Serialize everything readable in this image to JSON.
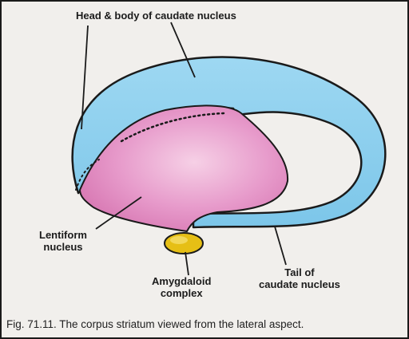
{
  "labels": {
    "head_body": "Head & body of caudate nucleus",
    "lentiform_line1": "Lentiform",
    "lentiform_line2": "nucleus",
    "amygdaloid_line1": "Amygdaloid",
    "amygdaloid_line2": "complex",
    "tail_line1": "Tail of",
    "tail_line2": "caudate nucleus"
  },
  "caption": "Fig. 71.11. The corpus striatum viewed from the lateral aspect.",
  "colors": {
    "caudate": "#8fd0ee",
    "lentiform": "#e593c6",
    "amygdaloid": "#e6bf15",
    "outline": "#1a1a1a",
    "background": "#f1efec"
  }
}
